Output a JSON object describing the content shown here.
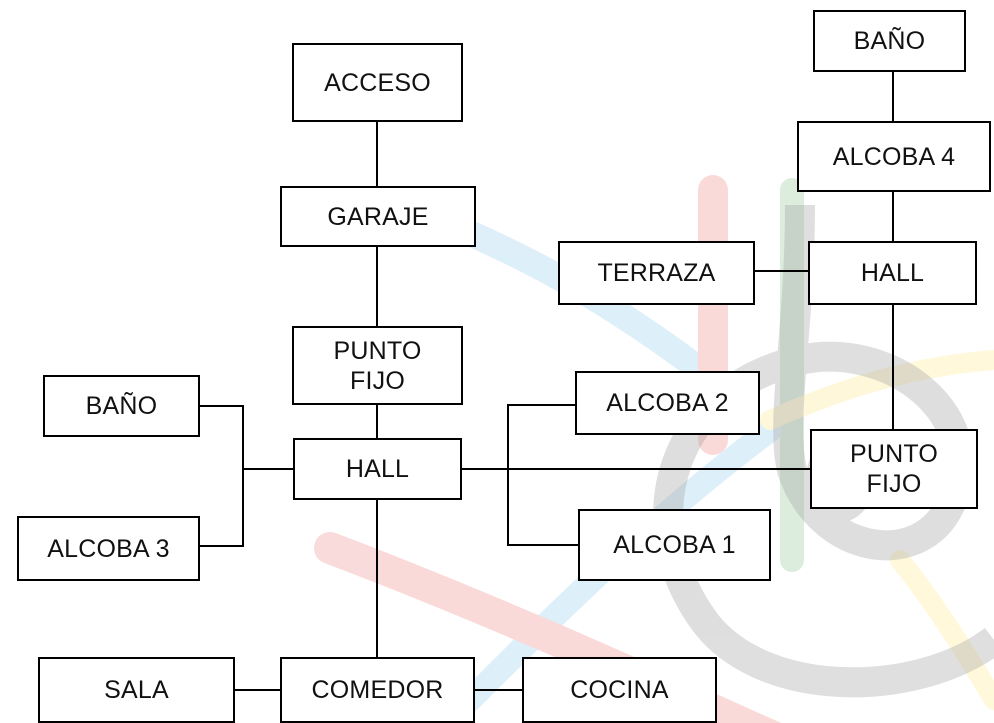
{
  "diagram": {
    "nodes": [
      {
        "id": "acceso",
        "label": "ACCESO"
      },
      {
        "id": "garaje",
        "label": "GARAJE"
      },
      {
        "id": "punto-fijo-1",
        "label": "PUNTO\nFIJO"
      },
      {
        "id": "bano-1",
        "label": "BAÑO"
      },
      {
        "id": "hall-1",
        "label": "HALL"
      },
      {
        "id": "alcoba-3",
        "label": "ALCOBA 3"
      },
      {
        "id": "alcoba-2",
        "label": "ALCOBA 2"
      },
      {
        "id": "alcoba-1",
        "label": "ALCOBA 1"
      },
      {
        "id": "sala",
        "label": "SALA"
      },
      {
        "id": "comedor",
        "label": "COMEDOR"
      },
      {
        "id": "cocina",
        "label": "COCINA"
      },
      {
        "id": "bano-2",
        "label": "BAÑO"
      },
      {
        "id": "alcoba-4",
        "label": "ALCOBA 4"
      },
      {
        "id": "terraza",
        "label": "TERRAZA"
      },
      {
        "id": "hall-2",
        "label": "HALL"
      },
      {
        "id": "punto-fijo-2",
        "label": "PUNTO\nFIJO"
      }
    ],
    "edges": [
      {
        "from": "acceso",
        "to": "garaje"
      },
      {
        "from": "garaje",
        "to": "punto-fijo-1"
      },
      {
        "from": "punto-fijo-1",
        "to": "hall-1"
      },
      {
        "from": "bano-1",
        "to": "hall-1"
      },
      {
        "from": "alcoba-3",
        "to": "hall-1"
      },
      {
        "from": "hall-1",
        "to": "alcoba-2"
      },
      {
        "from": "hall-1",
        "to": "alcoba-1"
      },
      {
        "from": "hall-1",
        "to": "punto-fijo-2"
      },
      {
        "from": "hall-1",
        "to": "comedor"
      },
      {
        "from": "sala",
        "to": "comedor"
      },
      {
        "from": "comedor",
        "to": "cocina"
      },
      {
        "from": "bano-2",
        "to": "alcoba-4"
      },
      {
        "from": "alcoba-4",
        "to": "hall-2"
      },
      {
        "from": "terraza",
        "to": "hall-2"
      },
      {
        "from": "hall-2",
        "to": "punto-fijo-2"
      }
    ]
  }
}
